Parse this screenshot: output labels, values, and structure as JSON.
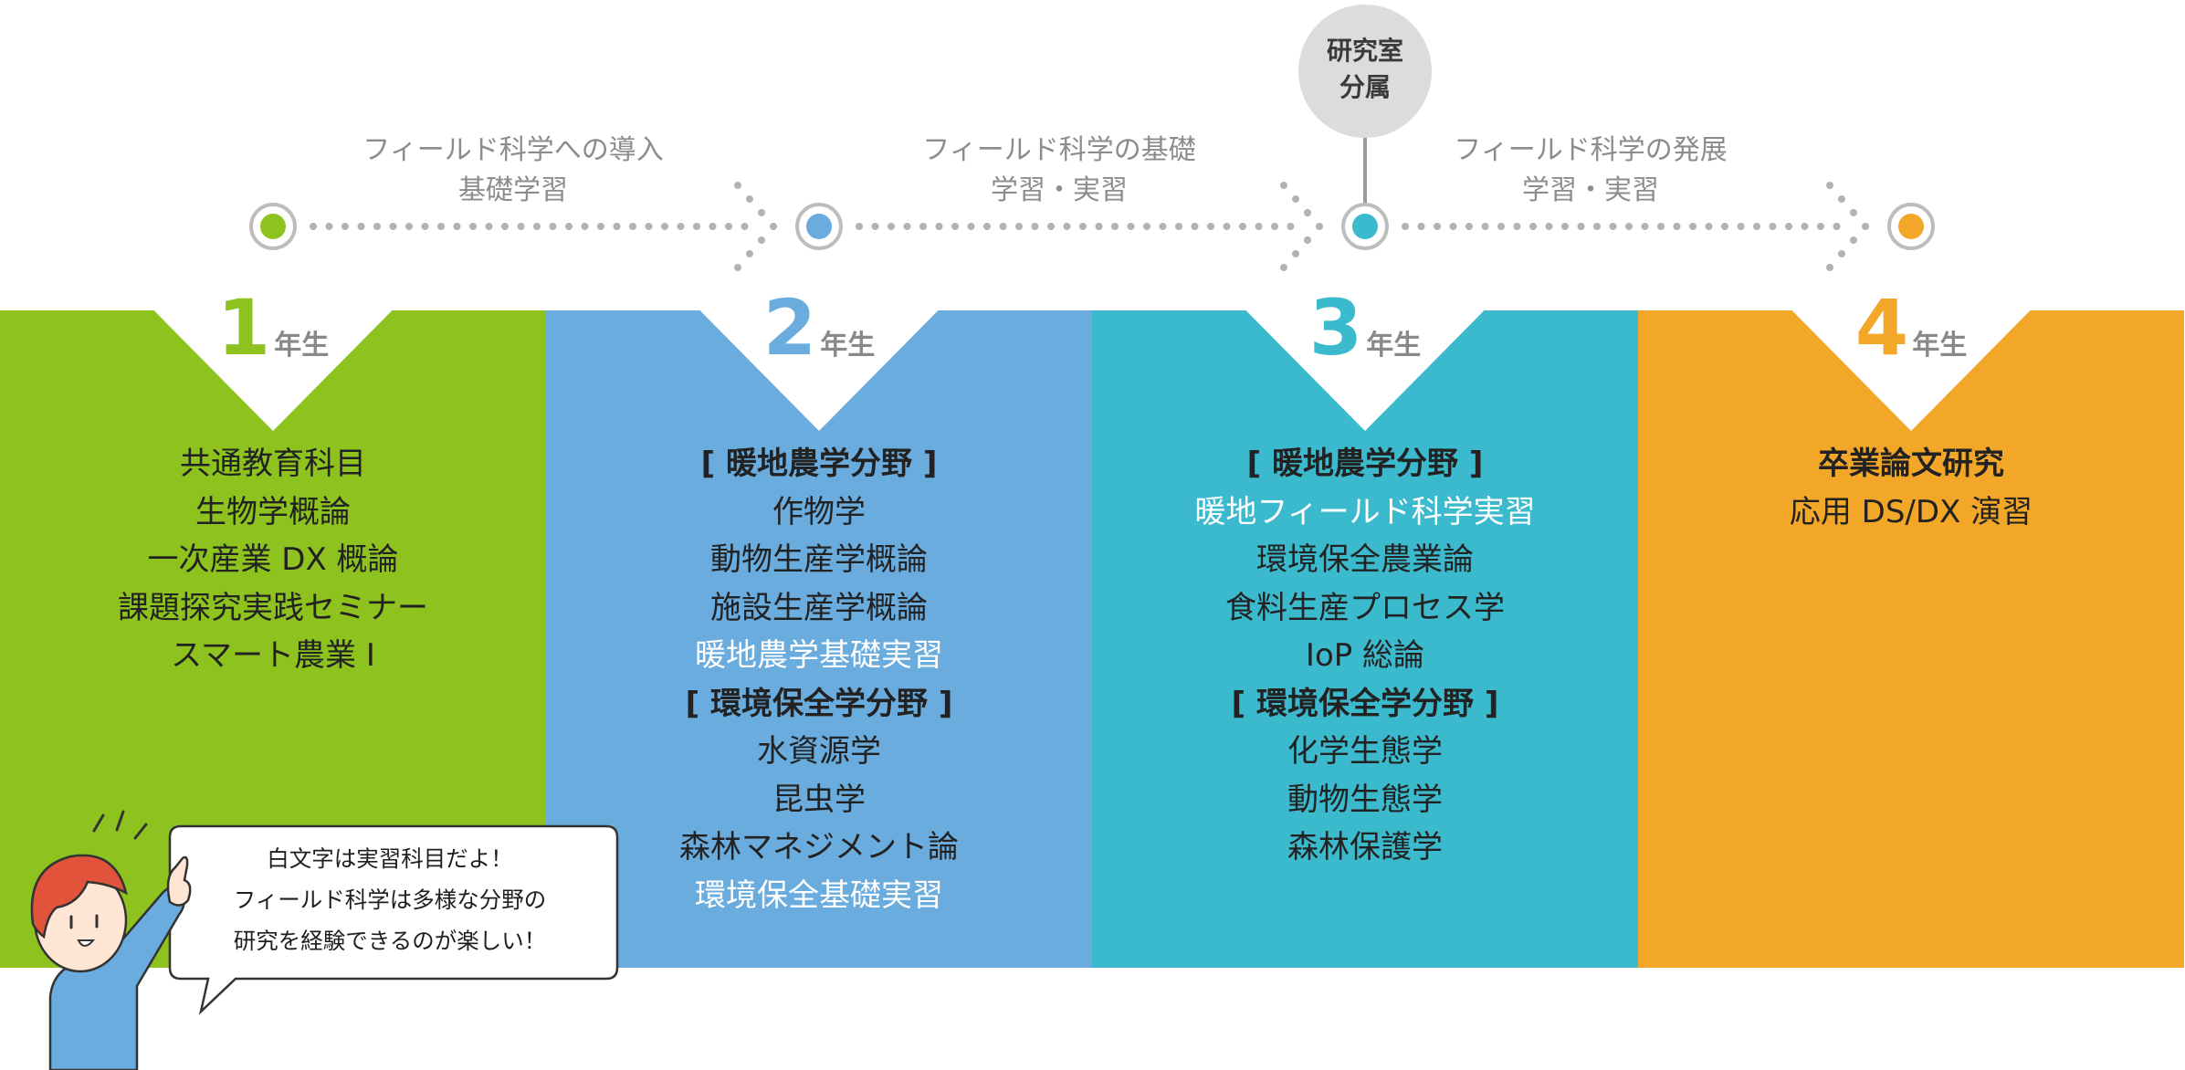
{
  "lab_badge": {
    "line1": "研究室",
    "line2": "分属"
  },
  "phases": [
    {
      "line1": "フィールド科学への導入",
      "line2": "基礎学習"
    },
    {
      "line1": "フィールド科学の基礎",
      "line2": "学習・実習"
    },
    {
      "line1": "フィールド科学の発展",
      "line2": "学習・実習"
    }
  ],
  "colors": {
    "year1": "#8dc21f",
    "year2": "#6aacde",
    "year3": "#3cbacd",
    "year4": "#f3a728",
    "dots": "#b3b3b3",
    "text_dark": "#222222",
    "text_practice": "#ffffff"
  },
  "columns": [
    {
      "year_number": "1",
      "year_suffix": "年生",
      "items": [
        {
          "text": "共通教育科目"
        },
        {
          "text": "生物学概論"
        },
        {
          "text": "一次産業 DX 概論"
        },
        {
          "text": "課題探究実践セミナー"
        },
        {
          "text": "スマート農業 I"
        }
      ]
    },
    {
      "year_number": "2",
      "year_suffix": "年生",
      "items": [
        {
          "text": "[ 暖地農学分野 ]",
          "heading": true
        },
        {
          "text": "作物学"
        },
        {
          "text": "動物生産学概論"
        },
        {
          "text": "施設生産学概論"
        },
        {
          "text": "暖地農学基礎実習",
          "practice": true
        },
        {
          "text": "[ 環境保全学分野 ]",
          "heading": true
        },
        {
          "text": "水資源学"
        },
        {
          "text": "昆虫学"
        },
        {
          "text": "森林マネジメント論"
        },
        {
          "text": "環境保全基礎実習",
          "practice": true
        }
      ]
    },
    {
      "year_number": "3",
      "year_suffix": "年生",
      "items": [
        {
          "text": "[ 暖地農学分野 ]",
          "heading": true
        },
        {
          "text": "暖地フィールド科学実習",
          "practice": true
        },
        {
          "text": "環境保全農業論"
        },
        {
          "text": "食料生産プロセス学"
        },
        {
          "text": "IoP 総論"
        },
        {
          "text": "[ 環境保全学分野 ]",
          "heading": true
        },
        {
          "text": "化学生態学"
        },
        {
          "text": "動物生態学"
        },
        {
          "text": "森林保護学"
        }
      ]
    },
    {
      "year_number": "4",
      "year_suffix": "年生",
      "items": [
        {
          "text": "卒業論文研究",
          "heading": true
        },
        {
          "text": "応用 DS/DX 演習"
        }
      ]
    }
  ],
  "speech_bubble": {
    "line1": "白文字は実習科目だよ！",
    "line2": "フィールド科学は多様な分野の",
    "line3": "研究を経験できるのが楽しい！"
  }
}
